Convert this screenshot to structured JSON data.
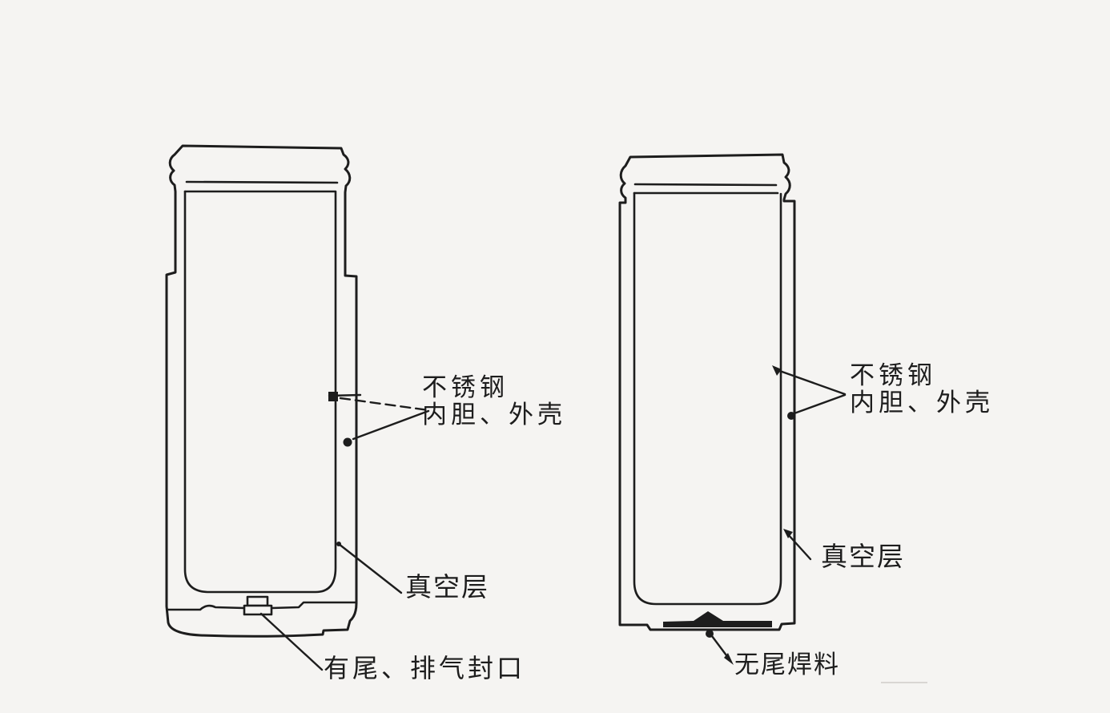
{
  "diagram": {
    "colors": {
      "background": "#f5f4f2",
      "ink": "#1d1d1d"
    },
    "left_flask": {
      "steel_label_line1": "不锈钢",
      "steel_label_line2": "内胆、外壳",
      "vacuum_label": "真空层",
      "bottom_label": "有尾、排气封口"
    },
    "right_flask": {
      "steel_label_line1": "不锈钢",
      "steel_label_line2": "内胆、外壳",
      "vacuum_label": "真空层",
      "bottom_label": "无尾焊料"
    }
  }
}
